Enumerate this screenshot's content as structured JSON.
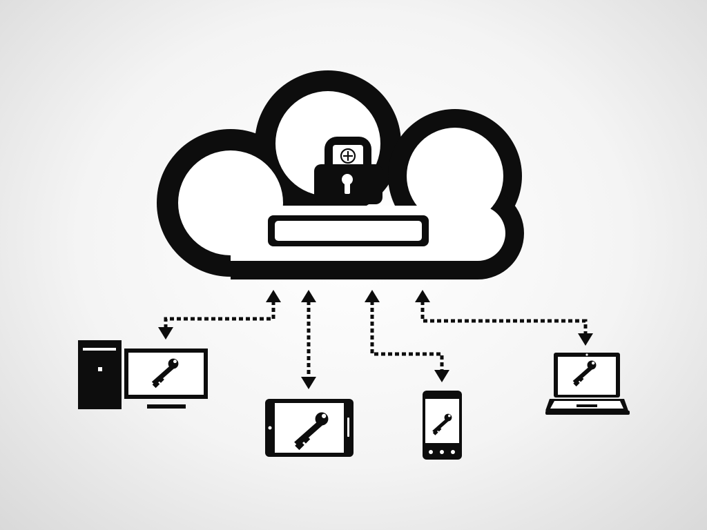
{
  "colors": {
    "ink": "#0d0d0d",
    "paper": "#ffffff",
    "background_center": "#ffffff",
    "background_edge": "#d9d9d9"
  },
  "cloud": {
    "icon": "cloud-icon",
    "lock": {
      "icon": "padlock-icon",
      "badge": "plus-circle-icon"
    },
    "slot": {
      "icon": "input-slot-icon"
    }
  },
  "connections": [
    {
      "icon": "dashed-double-arrow-icon",
      "target": "desktop"
    },
    {
      "icon": "dashed-double-arrow-icon",
      "target": "tablet"
    },
    {
      "icon": "dashed-double-arrow-icon",
      "target": "phone"
    },
    {
      "icon": "dashed-double-arrow-icon",
      "target": "laptop"
    }
  ],
  "devices": [
    {
      "icon": "desktop-computer-icon",
      "screen_icon": "key-icon"
    },
    {
      "icon": "tablet-icon",
      "screen_icon": "key-icon"
    },
    {
      "icon": "smartphone-icon",
      "screen_icon": "key-icon"
    },
    {
      "icon": "laptop-icon",
      "screen_icon": "key-icon"
    }
  ]
}
